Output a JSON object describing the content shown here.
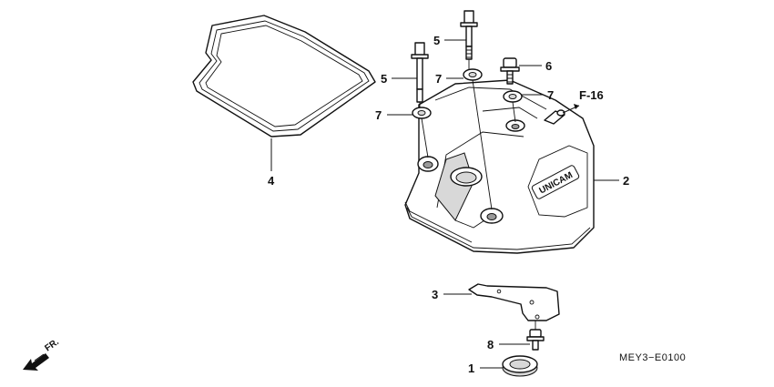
{
  "diagram": {
    "labels": {
      "p1": "1",
      "p2": "2",
      "p3": "3",
      "p4": "4",
      "p5a": "5",
      "p5b": "5",
      "p6": "6",
      "p7a": "7",
      "p7b": "7",
      "p7c": "7",
      "p8": "8"
    },
    "ref_f16": "F-16",
    "emblem_text": "UNICAM",
    "direction_label": "FR.",
    "drawing_code": "MEY3−E0100"
  }
}
